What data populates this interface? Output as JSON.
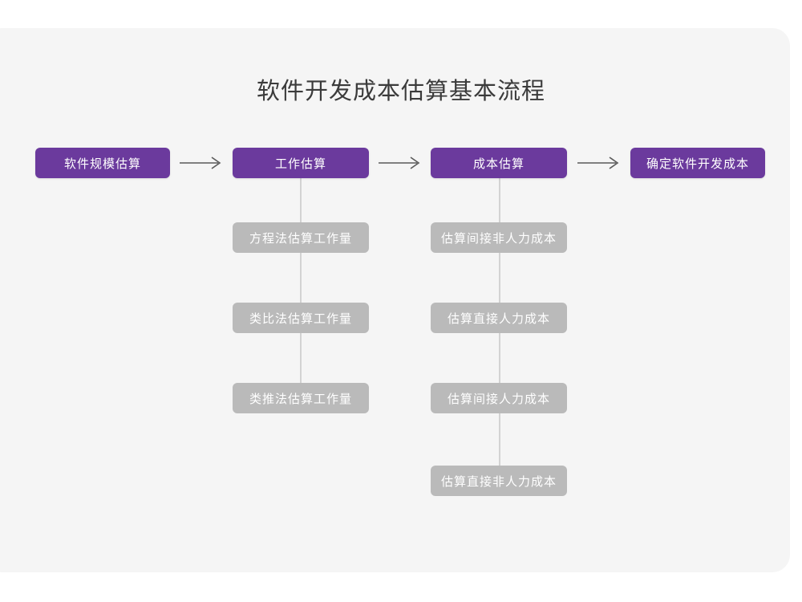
{
  "page": {
    "background": "#ffffff",
    "card_background": "#f5f5f5"
  },
  "diagram": {
    "title": "软件开发成本估算基本流程",
    "colors": {
      "stage": "#6b3a9d",
      "substep": "#bababa",
      "connector": "#d3d3d3",
      "arrow": "#5a5a5a",
      "title_text": "#3b3b3b",
      "box_text": "#ffffff"
    },
    "stages": [
      {
        "id": "stage-1",
        "label": "软件规模估算",
        "substeps": []
      },
      {
        "id": "stage-2",
        "label": "工作估算",
        "substeps": [
          {
            "id": "substep-2-1",
            "label": "方程法估算工作量"
          },
          {
            "id": "substep-2-2",
            "label": "类比法估算工作量"
          },
          {
            "id": "substep-2-3",
            "label": "类推法估算工作量"
          }
        ]
      },
      {
        "id": "stage-3",
        "label": "成本估算",
        "substeps": [
          {
            "id": "substep-3-1",
            "label": "估算间接非人力成本"
          },
          {
            "id": "substep-3-2",
            "label": "估算直接人力成本"
          },
          {
            "id": "substep-3-3",
            "label": "估算间接人力成本"
          },
          {
            "id": "substep-3-4",
            "label": "估算直接非人力成本"
          }
        ]
      },
      {
        "id": "stage-4",
        "label": "确定软件开发成本",
        "substeps": []
      }
    ],
    "arrows": [
      {
        "id": "arrow-1",
        "from": "stage-1",
        "to": "stage-2",
        "glyph": "right-arrow"
      },
      {
        "id": "arrow-2",
        "from": "stage-2",
        "to": "stage-3",
        "glyph": "right-arrow"
      },
      {
        "id": "arrow-3",
        "from": "stage-3",
        "to": "stage-4",
        "glyph": "right-arrow"
      }
    ]
  }
}
